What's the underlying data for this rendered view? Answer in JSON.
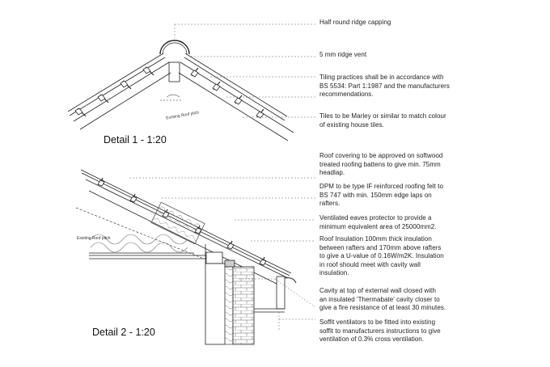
{
  "detail1": {
    "title": "Detail 1 - 1:20",
    "existing_label": "Existing Roof pitch"
  },
  "detail2": {
    "title": "Detail 2 - 1:20",
    "existing_label": "Existing Roof pitch"
  },
  "notes": [
    {
      "id": "ridge-capping",
      "text": "Half round ridge capping"
    },
    {
      "id": "ridge-vent",
      "text": "5 mm ridge vent"
    },
    {
      "id": "tiling-practice",
      "text": "Tiling practices shall be in accordance with\nBS 5534: Part 1:1987 and the manufacturers\nrecommendations."
    },
    {
      "id": "tiles-marley",
      "text": "Tiles to be Marley or similar to match colour\nof existing house tiles."
    },
    {
      "id": "roof-covering",
      "text": "Roof covering to be approved on softwood\ntreated roofing battens to give min. 75mm\nheadlap."
    },
    {
      "id": "dpm",
      "text": "DPM to be  type IF reinforced roofing felt to\nBS 747 with min. 150mm edge laps on\nrafters."
    },
    {
      "id": "eaves-protector",
      "text": "Ventilated eaves protector to provide a\nminimum equivalent area of 25000mm2."
    },
    {
      "id": "roof-insulation",
      "text": "Roof Insulation 100mm thick insulation\nbetween rafters and 170mm above rafters\nto give a U-value of 0.16W/m2K. Insulation\nin roof should meet with cavity wall\ninsulation."
    },
    {
      "id": "cavity-closer",
      "text": "Cavity at top of external wall closed with\nan insulated 'Thermabate' cavity closer to\ngive a fire resistance of at least 30 minutes."
    },
    {
      "id": "soffit-ventilators",
      "text": "Soffit ventilators to be fitted into existing\nsoffit to manufacturers instructions to give\nventilation of 0.3% cross ventilation."
    }
  ]
}
